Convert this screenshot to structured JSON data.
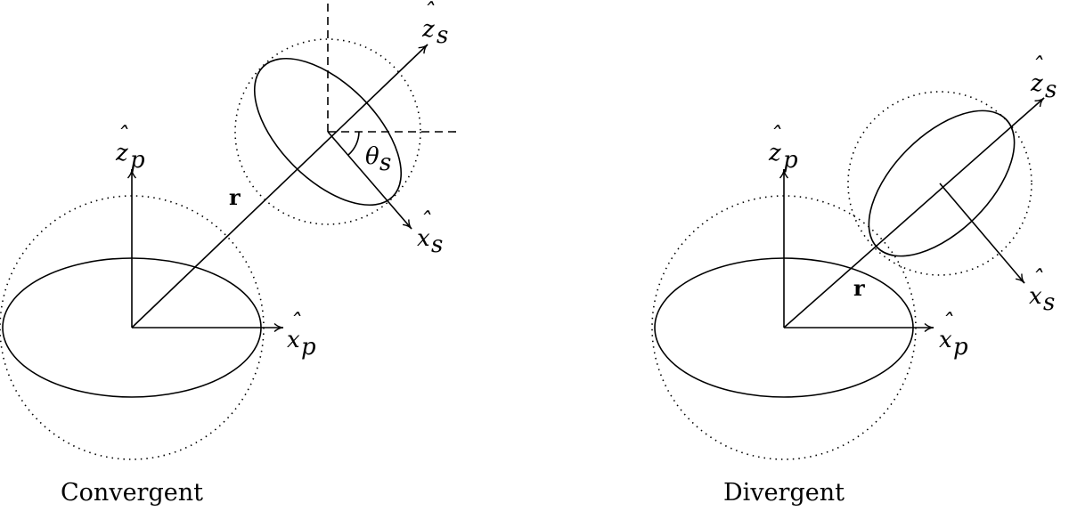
{
  "left_panel": {
    "caption": "Convergent",
    "labels": {
      "zp": {
        "hat": "ˆ",
        "base": "z",
        "sub": "p"
      },
      "xp": {
        "hat": "ˆ",
        "base": "x",
        "sub": "p"
      },
      "zs": {
        "hat": "ˆ",
        "base": "z",
        "sub": "s"
      },
      "xs": {
        "hat": "ˆ",
        "base": "x",
        "sub": "s"
      },
      "r": "r",
      "theta": {
        "base": "θ",
        "sub": "s"
      }
    }
  },
  "right_panel": {
    "caption": "Divergent",
    "labels": {
      "zp": {
        "hat": "ˆ",
        "base": "z",
        "sub": "p"
      },
      "xp": {
        "hat": "ˆ",
        "base": "x",
        "sub": "p"
      },
      "zs": {
        "hat": "ˆ",
        "base": "z",
        "sub": "s"
      },
      "xs": {
        "hat": "ˆ",
        "base": "x",
        "sub": "s"
      },
      "r": "r"
    }
  }
}
